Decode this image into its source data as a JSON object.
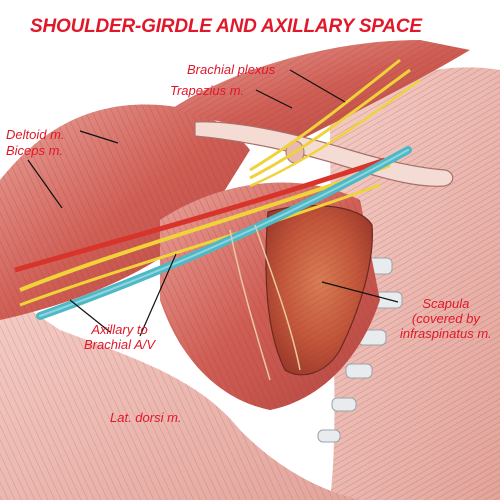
{
  "title": "SHOULDER-GIRDLE AND AXILLARY SPACE",
  "labels": {
    "brachial_plexus": "Brachial plexus",
    "trapezius": "Trapezius m.",
    "deltoid": "Deltoid m.",
    "biceps": "Biceps m.",
    "axillary_line1": "Axillary to",
    "axillary_line2": "Brachial A/V",
    "scapula_line1": "Scapula",
    "scapula_line2": "(covered by",
    "scapula_line3": "infraspinatus m.",
    "lat_dorsi": "Lat. dorsi m."
  },
  "colors": {
    "label_text": "#e0182a",
    "muscle": "#c9584f",
    "vein": "#4fb8c6",
    "artery": "#d9342b",
    "nerve": "#f0d23a"
  }
}
